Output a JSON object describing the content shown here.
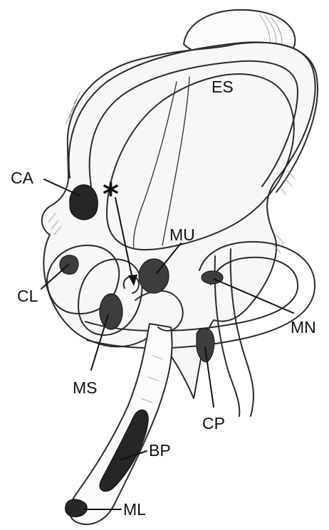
{
  "labels": {
    "es": "ES",
    "ca": "CA",
    "mu": "MU",
    "cl": "CL",
    "mn": "MN",
    "ms": "MS",
    "cp": "CP",
    "bp": "BP",
    "ml": "ML",
    "asterisk": "*"
  }
}
